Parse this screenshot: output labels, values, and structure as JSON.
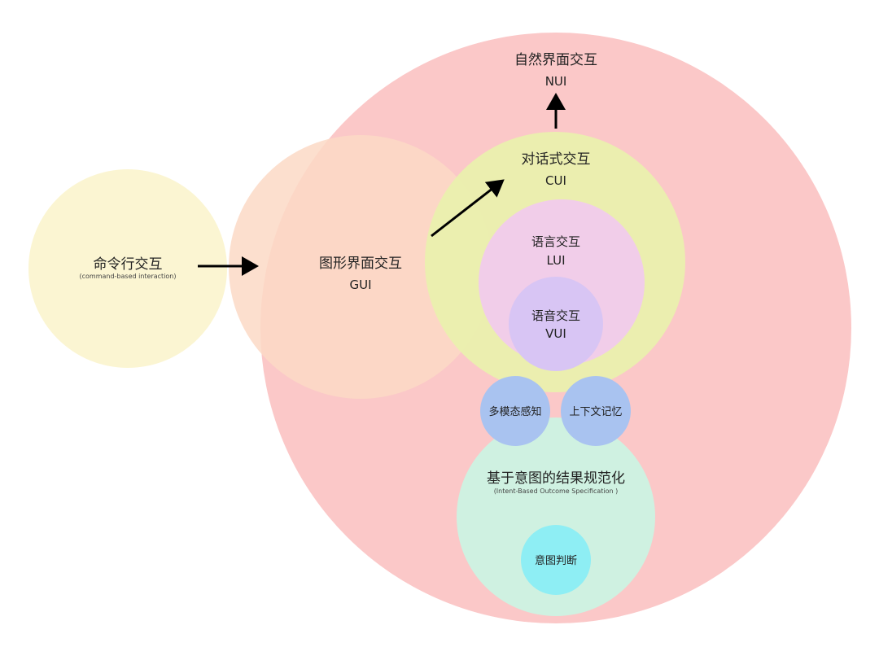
{
  "nodes": {
    "nui": {
      "title": "自然界面交互",
      "abbr": "NUI",
      "color": "#fbc8c8"
    },
    "cli": {
      "title": "命令行交互",
      "subtitle": "(command-based interaction)",
      "color": "#fbf5d2"
    },
    "gui": {
      "title": "图形界面交互",
      "abbr": "GUI",
      "color": "#fcd9c6"
    },
    "cui": {
      "title": "对话式交互",
      "abbr": "CUI",
      "color": "#e9f1ac"
    },
    "lui": {
      "title": "语言交互",
      "abbr": "LUI",
      "color": "#f1cde9"
    },
    "vui": {
      "title": "语音交互",
      "abbr": "VUI",
      "color": "#d8c5f4"
    },
    "multimodal": {
      "title": "多模态感知",
      "color": "#a9c3f0"
    },
    "context": {
      "title": "上下文记忆",
      "color": "#a9c3f0"
    },
    "intent": {
      "title": "基于意图的结果规范化",
      "subtitle": "(Intent-Based Outcome Specification )",
      "color": "#cff1e1"
    },
    "judge": {
      "title": "意图判断",
      "color": "#8eeef4"
    }
  }
}
